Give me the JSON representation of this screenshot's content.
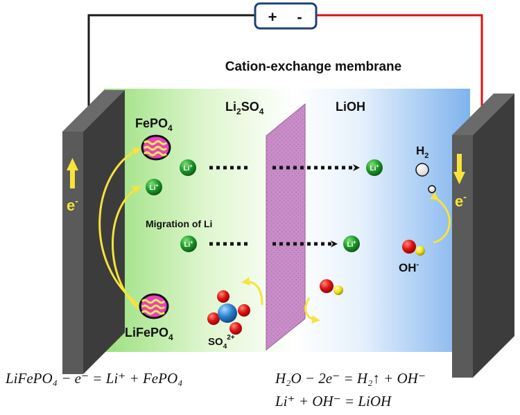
{
  "power_supply": {
    "plus": "+",
    "minus": "-"
  },
  "labels": {
    "membrane": "Cation-exchange membrane",
    "left_solution": {
      "base": "Li",
      "sub": "2",
      "rest": "SO",
      "sub2": "4"
    },
    "right_solution": "LiOH",
    "fepo4": {
      "base": "FePO",
      "sub": "4"
    },
    "lifepo4": {
      "base": "LiFePO",
      "sub": "4"
    },
    "migration": "Migration of Li",
    "electron_left": {
      "base": "e",
      "sup": "-"
    },
    "electron_right": {
      "base": "e",
      "sup": "-"
    },
    "h2": {
      "base": "H",
      "sub": "2"
    },
    "oh": {
      "base": "OH",
      "sup": "-"
    },
    "so4": {
      "base": "SO",
      "sub": "4",
      "sup": "2+"
    },
    "li_ion": {
      "base": "Li",
      "sup": "+"
    }
  },
  "equations": {
    "left": "LiFePO₄ − e⁻  =  Li⁺  +  FePO₄",
    "right_1": "H₂O − 2e⁻  =  H₂↑ + OH⁻",
    "right_2": "Li⁺ + OH⁻  =  LiOH"
  },
  "colors": {
    "left_wire": "#1a1a1a",
    "right_wire": "#e01010",
    "anode_solution": "#9be07e",
    "cathode_solution": "#8fbef0",
    "membrane": "#c78fc7",
    "electrode": "#4a4a4a",
    "arrow_yellow": "#f7e33a",
    "li_green": "#1f8a2a",
    "oxygen_red": "#d81010",
    "sulfur_blue": "#2a7fd0"
  }
}
